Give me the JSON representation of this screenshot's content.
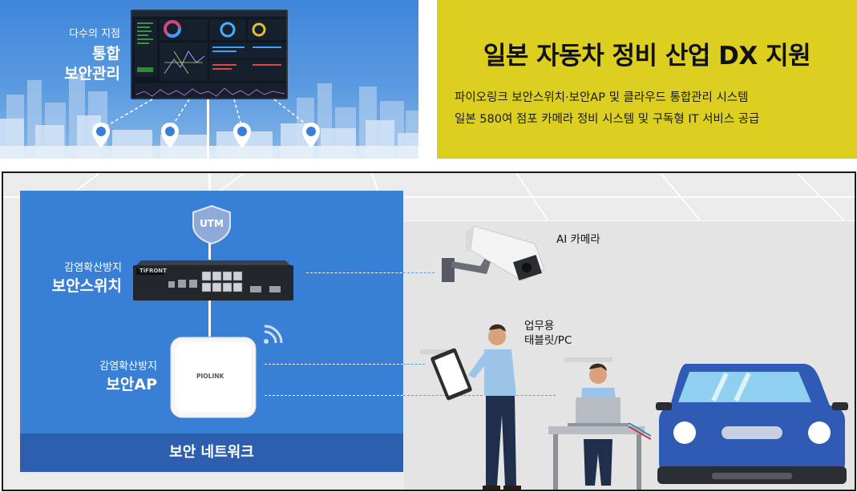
{
  "top_left": {
    "label_sub": "다수의 지점",
    "label_main_line1": "통합",
    "label_main_line2": "보안관리"
  },
  "top_right": {
    "headline": "일본 자동차 정비 산업 DX 지원",
    "desc_line1": "파이오링크 보안스위치·보안AP 및 클라우드 통합관리 시스템",
    "desc_line2": "일본 580여 점포 카메라 정비 시스템 및 구독형 IT 서비스 공급"
  },
  "network": {
    "utm_label": "UTM",
    "switch_sub": "감염확산방지",
    "switch_main": "보안스위치",
    "switch_brand": "TiFRONT",
    "ap_sub": "감염확산방지",
    "ap_main": "보안AP",
    "ap_brand": "PIOLINK",
    "footer": "보안 네트워크"
  },
  "scene": {
    "camera_label": "AI 카메라",
    "tablet_label_line1": "업무용",
    "tablet_label_line2": "태블릿/PC"
  },
  "colors": {
    "panel_blue": "#3a7fd6",
    "footer_blue": "#2e5fae",
    "title_yellow": "#dccf20",
    "connector_dash": "#5b9be0",
    "car_blue": "#2f5bb5"
  },
  "icons": [
    "location-pin-icon",
    "utm-shield-icon",
    "wifi-signal-icon",
    "cctv-camera-icon",
    "security-switch-icon",
    "access-point-icon",
    "car-icon",
    "person-icon",
    "tablet-icon",
    "laptop-icon"
  ]
}
